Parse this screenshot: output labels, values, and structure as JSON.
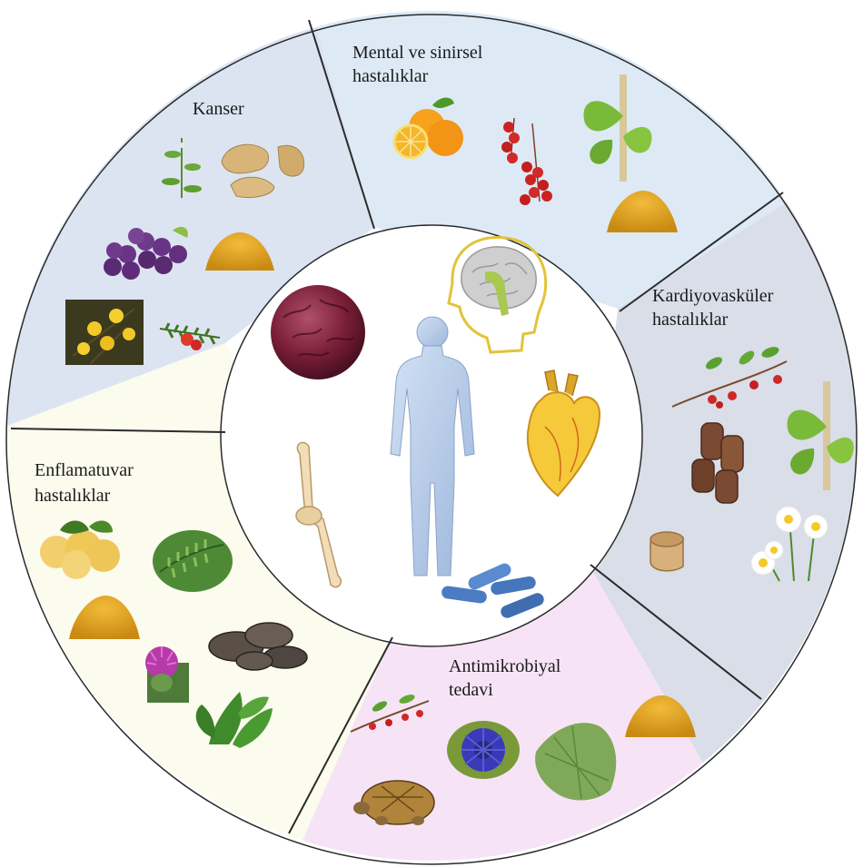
{
  "segments": {
    "cancer": {
      "label": "Kanser"
    },
    "mental": {
      "label_line1": "Mental ve sinirsel",
      "label_line2": "hastalıklar"
    },
    "cardio": {
      "label_line1": "Kardiyovasküler",
      "label_line2": "hastalıklar"
    },
    "antimicrobial": {
      "label_line1": "Antimikrobiyal",
      "label_line2": "tedavi"
    },
    "inflammatory": {
      "label_line1": "Enflamatuvar",
      "label_line2": "hastalıklar"
    }
  },
  "colors": {
    "cancer_bg": "#dce4f2",
    "mental_bg": "#ddeaf6",
    "cardio_bg": "#d9dee8",
    "antimicrobial_bg": "#f6e4f6",
    "inflammatory_bg": "#fbfbee",
    "divider": "#2b2b2b",
    "body_figure": "#b9cde9",
    "turmeric": "#e0a422",
    "berry_red": "#d02727",
    "leaf_green": "#5f9e2f"
  },
  "icons": {
    "center": [
      "human-body-icon",
      "brain-head-icon",
      "heart-organ-icon",
      "bacteria-icon",
      "bone-icon",
      "cancer-cell-icon"
    ],
    "cancer": [
      "herb-sprig-icon",
      "ginger-root-icon",
      "grapes-icon",
      "turmeric-powder-icon",
      "forsythia-flower-icon",
      "yew-berry-icon"
    ],
    "mental": [
      "orange-fruit-icon",
      "schisandra-berry-icon",
      "ginkgo-leaf-icon",
      "turmeric-powder-icon"
    ],
    "cardio": [
      "barberry-branch-icon",
      "cinnamon-stick-icon",
      "ginkgo-leaf-icon",
      "bark-roll-icon",
      "chamomile-flower-icon"
    ],
    "antimicrobial": [
      "barberry-branch-icon",
      "nigella-flower-icon",
      "thyme-herb-icon",
      "turmeric-powder-icon",
      "tortoise-icon"
    ],
    "inflammatory": [
      "grapefruit-icon",
      "fern-leaf-icon",
      "turmeric-powder-icon",
      "dried-root-slices-icon",
      "milk-thistle-icon",
      "mint-leaf-icon"
    ]
  }
}
